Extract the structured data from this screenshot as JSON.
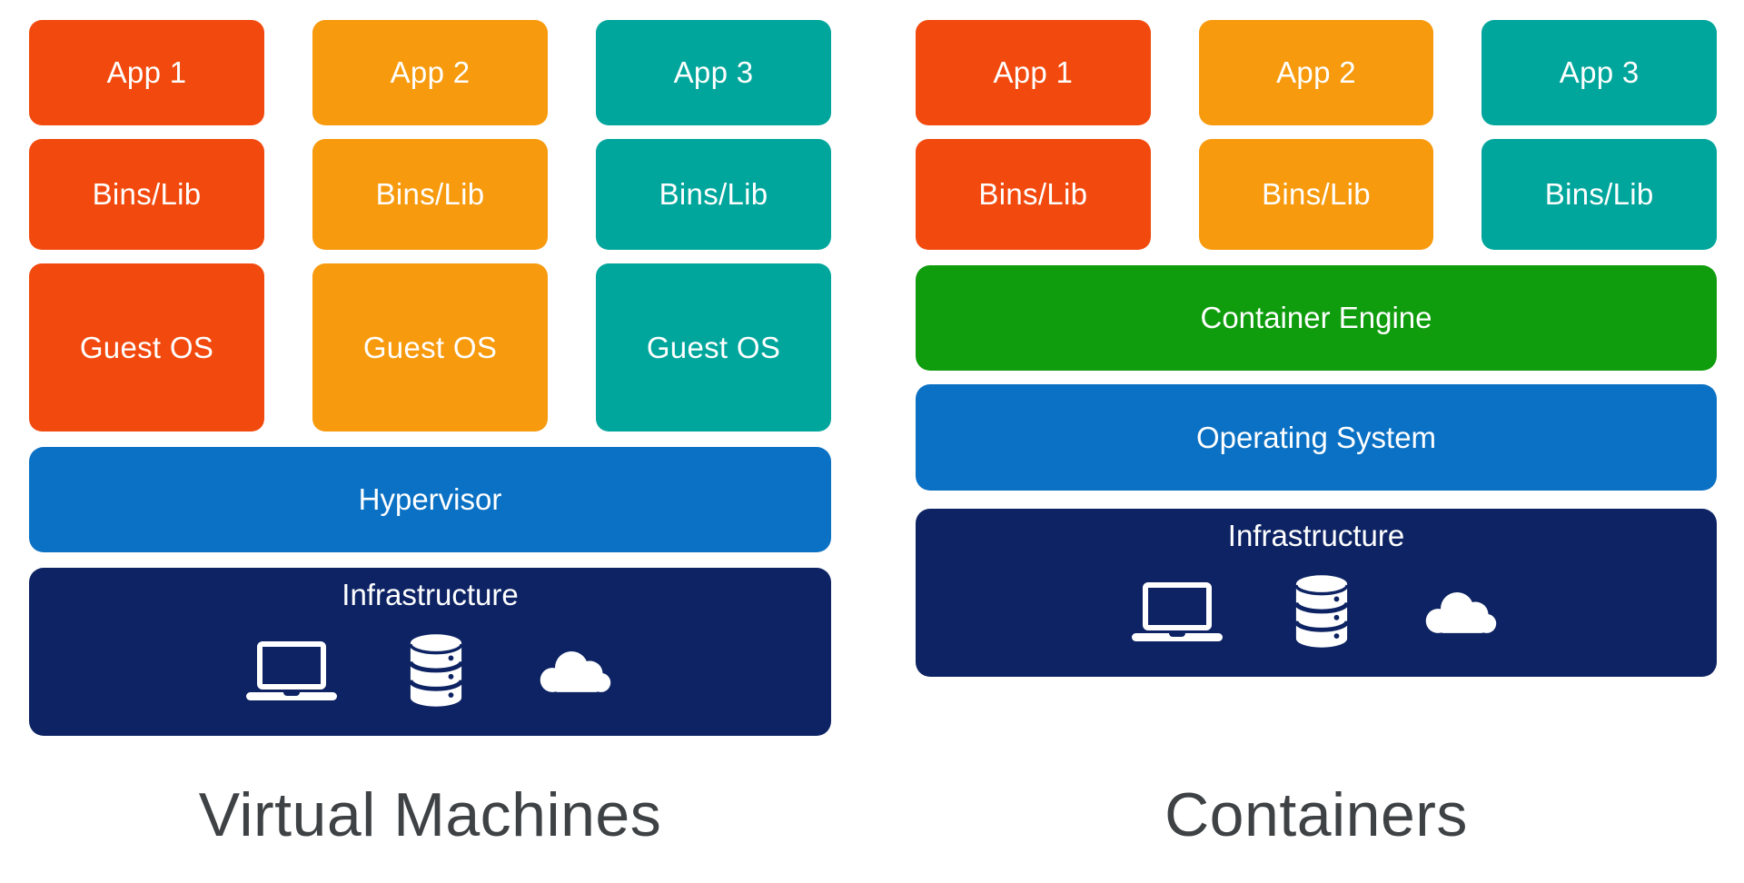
{
  "colors": {
    "red_orange": "#F24A0E",
    "orange": "#F79A0D",
    "teal": "#00A69C",
    "blue": "#0B71C4",
    "navy": "#0D2363",
    "green": "#0F9D0D",
    "title_text": "#3F4245",
    "label_text": "#FFFFFF"
  },
  "vm_panel": {
    "title": "Virtual Machines",
    "stacks": [
      {
        "app": "App 1",
        "bins": "Bins/Lib",
        "guest_os": "Guest OS"
      },
      {
        "app": "App 2",
        "bins": "Bins/Lib",
        "guest_os": "Guest OS"
      },
      {
        "app": "App 3",
        "bins": "Bins/Lib",
        "guest_os": "Guest OS"
      }
    ],
    "hypervisor_label": "Hypervisor",
    "infrastructure": {
      "label": "Infrastructure",
      "icons": [
        "laptop-icon",
        "database-icon",
        "cloud-icon"
      ]
    }
  },
  "containers_panel": {
    "title": "Containers",
    "stacks": [
      {
        "app": "App 1",
        "bins": "Bins/Lib"
      },
      {
        "app": "App 2",
        "bins": "Bins/Lib"
      },
      {
        "app": "App 3",
        "bins": "Bins/Lib"
      }
    ],
    "container_engine_label": "Container Engine",
    "operating_system_label": "Operating System",
    "infrastructure": {
      "label": "Infrastructure",
      "icons": [
        "laptop-icon",
        "database-icon",
        "cloud-icon"
      ]
    }
  }
}
